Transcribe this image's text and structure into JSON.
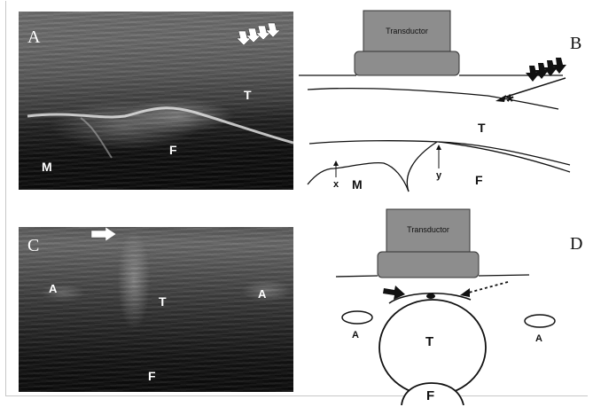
{
  "panels": {
    "a": {
      "letter": "A",
      "labels": {
        "t": "T",
        "f": "F",
        "m": "M"
      }
    },
    "b": {
      "letter": "B",
      "transducer": "Transductor",
      "labels": {
        "t": "T",
        "f": "F",
        "m": "M",
        "x": "x",
        "y": "y",
        "star": "*"
      }
    },
    "c": {
      "letter": "C",
      "labels": {
        "a_left": "A",
        "t": "T",
        "a_right": "A",
        "f": "F"
      }
    },
    "d": {
      "letter": "D",
      "transducer": "Transductor",
      "labels": {
        "t": "T",
        "f": "F",
        "a_left": "A",
        "a_right": "A"
      }
    }
  }
}
